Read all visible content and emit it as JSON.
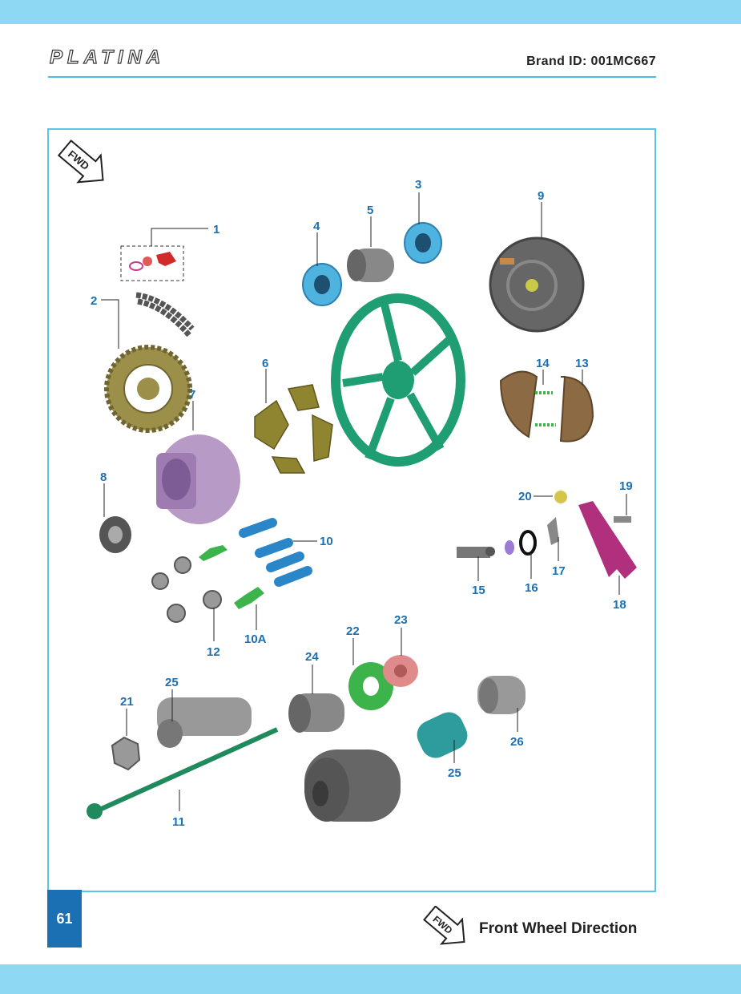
{
  "header": {
    "logo_text": "PLATINA",
    "brand_id": "Brand ID: 001MC667"
  },
  "diagram": {
    "fwd_label": "FWD",
    "callouts": [
      "1",
      "2",
      "3",
      "4",
      "5",
      "6",
      "7",
      "8",
      "9",
      "10",
      "10A",
      "11",
      "12",
      "13",
      "14",
      "15",
      "16",
      "17",
      "18",
      "19",
      "20",
      "21",
      "22",
      "23",
      "24",
      "25",
      "25",
      "26"
    ]
  },
  "footer": {
    "page_number": "61",
    "fwd_icon_label": "FWD",
    "legend_text": "Front Wheel Direction"
  },
  "colors": {
    "top_bar": "#8ed8f4",
    "frame_border": "#5cc4ec",
    "callout_number": "#1b6fb3",
    "page_box": "#1b6fb3",
    "wheel": "#1f9e74",
    "axle": "#1f8a5c"
  }
}
